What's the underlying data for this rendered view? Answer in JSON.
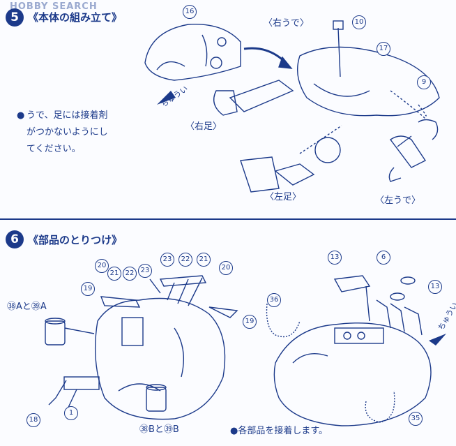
{
  "watermark": "HOBBY SEARCH",
  "step5": {
    "number": "5",
    "title": "《本体の組み立て》",
    "note_bullet": "●",
    "note_lines": [
      "うで、足には接着剤",
      "がつかないようにし",
      "てください。"
    ],
    "right_arm_label": "〈右うで〉",
    "right_leg_label": "〈右足〉",
    "left_leg_label": "〈左足〉",
    "left_arm_label": "〈左うで〉",
    "arrow_tag": "ちゅうい",
    "callouts": [
      "16",
      "10",
      "17",
      "9"
    ]
  },
  "step6": {
    "number": "6",
    "title": "《部品のとりつけ》",
    "part_38_39_top": "㊳Aと㊴A",
    "part_38_39_bottom": "㊳Bと㊴B",
    "note": "●各部品を接着します。",
    "arrow_tag": "ちゅうい",
    "left_callouts": {
      "c20a": "20",
      "c21a": "21",
      "c22a": "22",
      "c23a": "23",
      "c23b": "23",
      "c22b": "22",
      "c21b": "21",
      "c20b": "20",
      "c19a": "19",
      "c19b": "19",
      "c18": "18",
      "c1": "1"
    },
    "right_callouts": {
      "c13a": "13",
      "c6": "6",
      "c13b": "13",
      "c36": "36",
      "c35": "35"
    }
  }
}
